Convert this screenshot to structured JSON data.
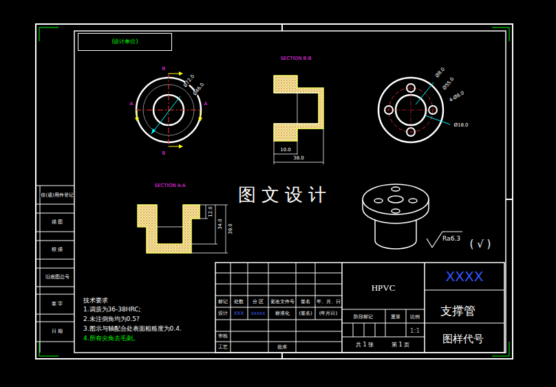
{
  "diagram": {
    "nodes": [
      {
        "text": [
          "(设计单位)"
        ]
      }
    ],
    "labels": [
      "SECTION B-B",
      "SECTION A-A",
      "B",
      "B",
      "A",
      "A",
      "Ø72.0",
      "Ø46.0",
      "10.0",
      "38.0",
      "12.0",
      "34.0",
      "39.0",
      "Ø8.0",
      "Ø55.0",
      "4-Ø8.0",
      "Ø18.0",
      "图 文 设 计",
      "Ra6.3",
      "( √ )",
      "技术要求",
      "1.调质为36-38HRC;",
      "2.未注倒角均为0.5?",
      "3.图示与轴配合处表面粗糙度为0.4.",
      "4.所有尖角去毛刺。",
      "借(通)用件登记",
      "描 图",
      "校 描",
      "旧底图总号",
      "签 字",
      "日 期",
      "标记",
      "处数",
      "分 区",
      "更改文件号",
      "签名",
      "年、月、日",
      "设计",
      "XXX",
      "XXXXX",
      "标准化",
      "(签名)",
      "(年月日)",
      "审核",
      "工艺",
      "批准",
      "HPVC",
      "阶段标记",
      "重量",
      "比例",
      "1:1",
      "共 1 张",
      "第 1 页",
      "XXXX",
      "支撑管",
      "图样代号"
    ]
  }
}
